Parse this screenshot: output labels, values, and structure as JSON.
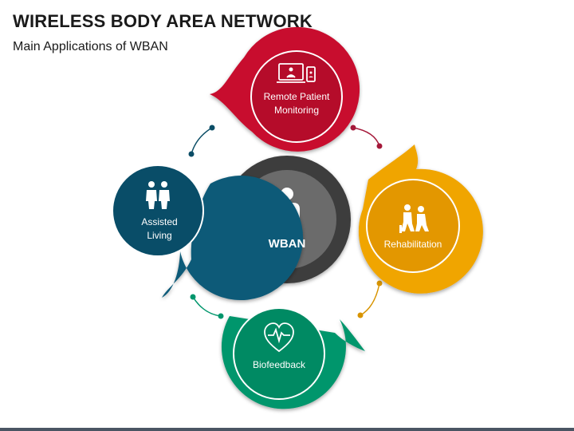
{
  "header": {
    "title": "WIRELESS BODY AREA NETWORK",
    "subtitle": "Main Applications of WBAN"
  },
  "center": {
    "label": "WBAN",
    "icon": "person-with-device-icon"
  },
  "nodes": [
    {
      "label": "Remote Patient Monitoring",
      "icon": "monitor-and-phone-icon",
      "color": "#c8102e"
    },
    {
      "label": "Rehabilitation",
      "icon": "therapy-assist-icon",
      "color": "#f0a500"
    },
    {
      "label": "Biofeedback",
      "icon": "heart-pulse-icon",
      "color": "#00966c"
    },
    {
      "label": "Assisted Living",
      "icon": "people-pair-icon",
      "color": "#0b5a78"
    }
  ],
  "colors": {
    "center_outer": "#3d3d3d",
    "center_inner": "#6b6b6b",
    "connector": "#a5193a"
  }
}
